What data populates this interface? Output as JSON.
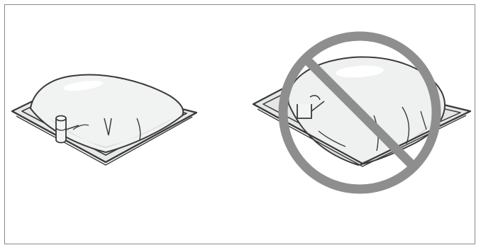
{
  "panels": [
    {
      "id": "correct",
      "icon": "inflated-bag-with-port-icon",
      "state": "normal"
    },
    {
      "id": "incorrect",
      "icon": "overinflated-bag-icon",
      "state": "prohibited",
      "overlay_icon": "prohibition-sign-icon"
    }
  ],
  "colors": {
    "line": "#3a3a3a",
    "fill_light": "#f1f2f2",
    "fill_mid": "#e3e4e5",
    "fill_shadow": "#cfd1d2",
    "prohibition": "#8e8e8e",
    "frame": "#8a8a8a"
  }
}
